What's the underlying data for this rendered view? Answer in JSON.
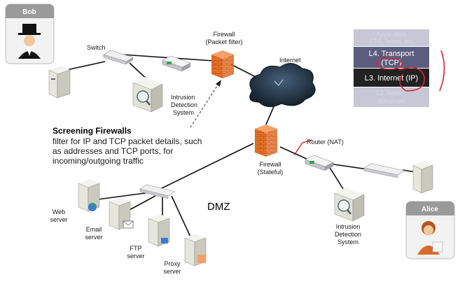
{
  "colors": {
    "link": "#111111",
    "firewall_brick": "#e8742a",
    "cloud": "#1f2f3e",
    "annotation_red": "#d9232d",
    "transport_layer_bg": "#5a5d7f",
    "internet_layer_bg": "#222222"
  },
  "people": {
    "bob": {
      "name": "Bob"
    },
    "alice": {
      "name": "Alice"
    }
  },
  "nodes": {
    "switch_top": "Switch",
    "firewall_top_line1": "Firewall",
    "firewall_top_line2": "(Packet filter)",
    "internet": "Internet",
    "ids_top_line1": "Intrusion",
    "ids_top_line2": "Detection",
    "ids_top_line3": "System",
    "firewall_mid_line1": "Firewall",
    "firewall_mid_line2": "(Stateful)",
    "router": "Router (NAT)",
    "ids_right_line1": "Intrusion",
    "ids_right_line2": "Detection",
    "ids_right_line3": "System",
    "dmz": "DMZ",
    "web_line1": "Web",
    "web_line2": "server",
    "email_line1": "Email",
    "email_line2": "server",
    "ftp_line1": "FTP",
    "ftp_line2": "server",
    "proxy_line1": "Proxy",
    "proxy_line2": "server"
  },
  "annotation": {
    "heading": "Screening Firewalls",
    "line1": "filter for IP and TCP packet details, such",
    "line2": "as addresses and TCP ports, for",
    "line3": "incoming/outgoing traffic"
  },
  "layers": {
    "application_line1": "Application",
    "application_line2": "FTP, Telnet, etc",
    "transport_line1": "L4. Transport",
    "transport_line2": "(TCP)",
    "internet": "L3. Internet (IP)",
    "network_line1": "L2. Netw...",
    "network_line2": "(Ethernet)"
  }
}
